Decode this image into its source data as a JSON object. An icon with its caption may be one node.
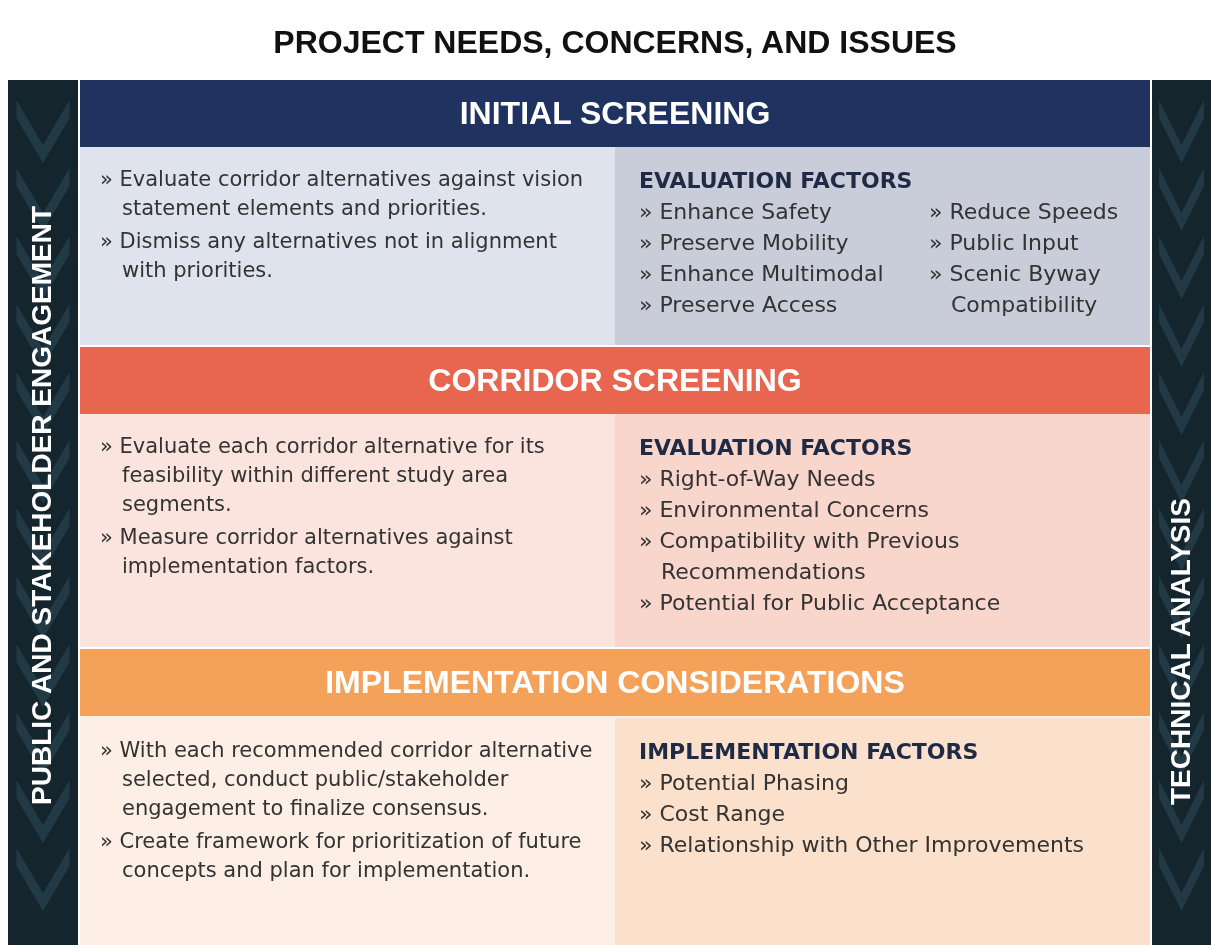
{
  "diagram": {
    "title": "PROJECT NEEDS, CONCERNS, AND ISSUES",
    "nodes": [
      {
        "text": [
          "PUBLIC AND STAKEHOLDER ENGAGEMENT"
        ]
      },
      {
        "text": [
          "INITIAL SCREENING"
        ]
      },
      {
        "text": [
          "» Evaluate corridor alternatives against vision statement elements and priorities.",
          "» Dismiss any alternatives not in alignment with priorities."
        ],
        "in": 1
      },
      {
        "text": [
          "EVALUATION FACTORS",
          "» Enhance Safety",
          "» Preserve Mobility",
          "» Enhance Multimodal",
          "» Preserve Access",
          "» Reduce Speeds",
          "» Public Input",
          "» Scenic Byway Compatibility"
        ],
        "in": 1
      },
      {
        "text": [
          "CORRIDOR SCREENING"
        ]
      },
      {
        "text": [
          "» Evaluate each corridor alternative for its feasibility within different study area segments.",
          "» Measure corridor alternatives against implementation factors."
        ],
        "in": 4
      },
      {
        "text": [
          "EVALUATION FACTORS",
          "» Right-of-Way Needs",
          "» Environmental Concerns",
          "» Compatibility with Previous Recommendations",
          "» Potential for Public Acceptance"
        ],
        "in": 4
      },
      {
        "text": [
          "IMPLEMENTATION CONSIDERATIONS"
        ]
      },
      {
        "text": [
          "» With each recommended corridor alternative selected, conduct public/stakeholder engagement to finalize consensus.",
          "» Create framework for prioritization of future concepts and plan for implementation."
        ],
        "in": 7
      },
      {
        "text": [
          "IMPLEMENTATION FACTORS",
          "» Potential Phasing",
          "» Cost Range",
          "» Relationship with Other Improvements"
        ],
        "in": 7
      },
      {
        "text": [
          "TECHNICAL ANALYSIS"
        ]
      }
    ]
  }
}
